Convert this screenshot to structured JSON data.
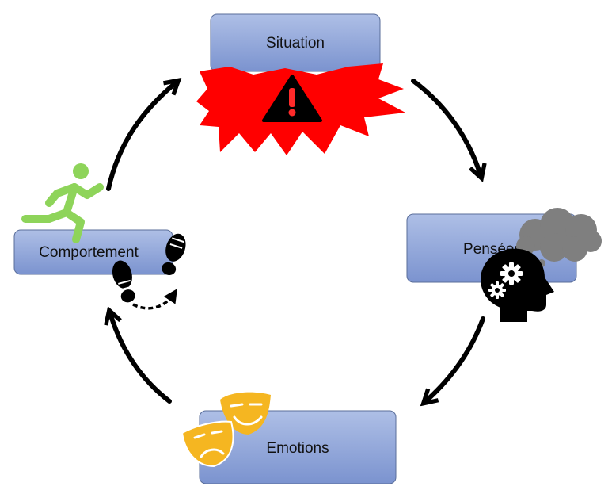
{
  "diagram": {
    "nodes": {
      "situation": "Situation",
      "pensees": "Pensées",
      "emotions": "Emotions",
      "comportement": "Comportement"
    },
    "icons": [
      "warning-burst-icon",
      "warning-triangle-icon",
      "thought-cloud-icon",
      "head-gears-icon",
      "theater-masks-icon",
      "running-person-icon",
      "footprints-icon"
    ],
    "colors": {
      "box_top": "#a9bbe4",
      "box_bottom": "#7f97d2",
      "burst": "#ff0000",
      "cloud": "#7f7f7f",
      "masks": "#f5b621",
      "runner": "#8ed45a",
      "arrows": "#000000"
    }
  }
}
